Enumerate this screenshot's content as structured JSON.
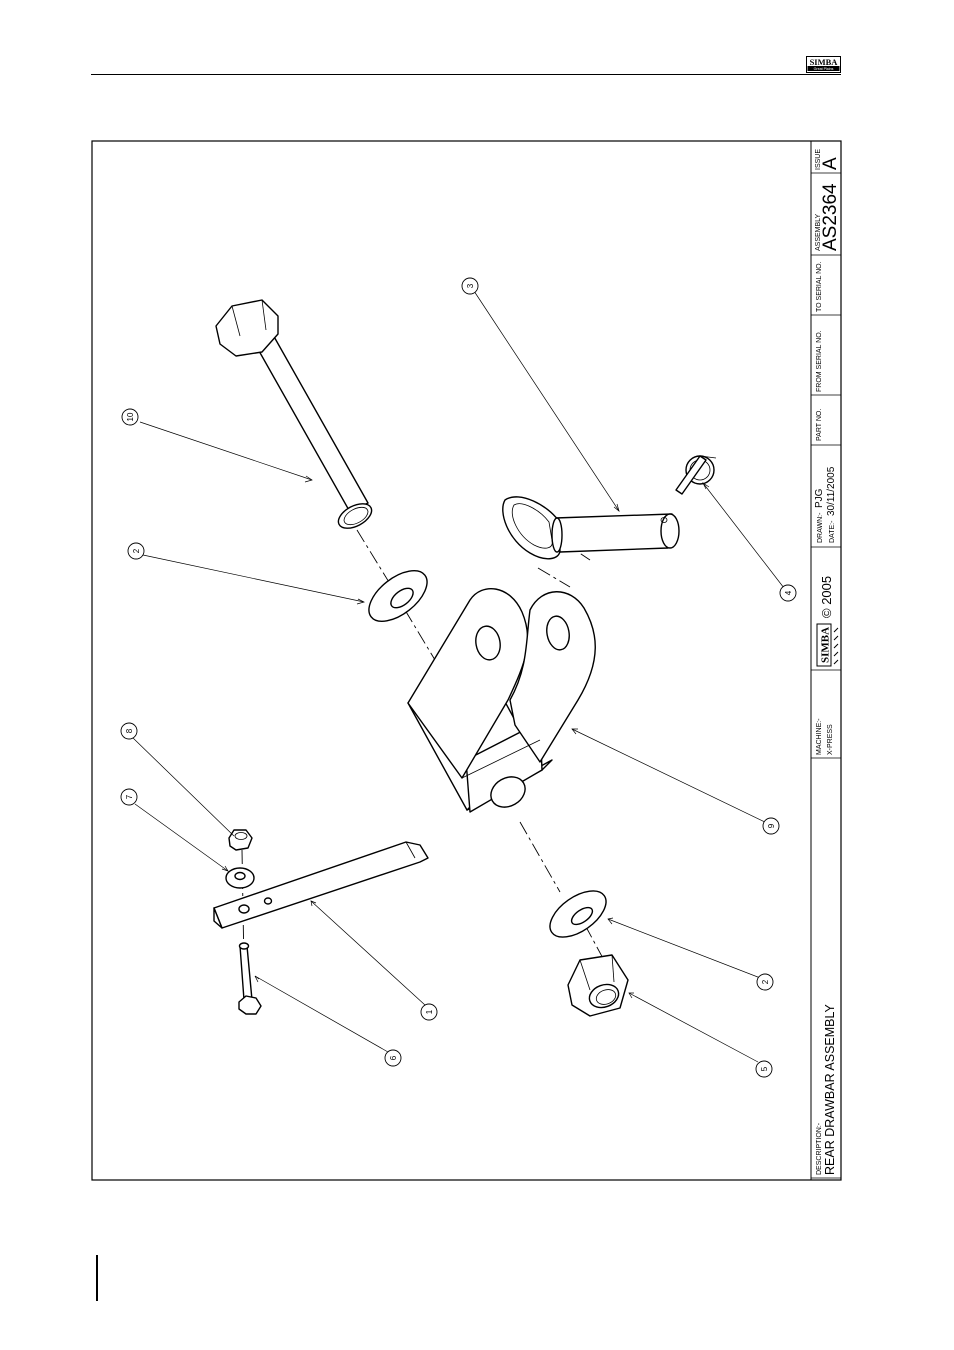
{
  "logo": {
    "brand": "SIMBA",
    "sub": "Great Plains"
  },
  "title_block": {
    "description_label": "DESCRIPTION:-",
    "description": "REAR DRAWBAR ASSEMBLY",
    "machine_label": "MACHINE:-",
    "machine": "X-PRESS",
    "copyright": "© 2005",
    "drawn_label": "DRAWN:-",
    "drawn_by": "PJG",
    "date_label": "DATE:-",
    "date": "30/11/2005",
    "part_no_label": "PART NO.",
    "from_serial_label": "FROM SERIAL NO.",
    "to_serial_label": "TO SERIAL NO.",
    "assembly_label": "ASSEMBLY",
    "assembly": "AS2364",
    "issue_label": "ISSUE",
    "issue": "A"
  },
  "balloons": {
    "b10": "10",
    "b3": "3",
    "b2a": "2",
    "b4": "4",
    "b8": "8",
    "b7": "7",
    "b9": "9",
    "b2b": "2",
    "b1": "1",
    "b5": "5",
    "b6": "6"
  }
}
